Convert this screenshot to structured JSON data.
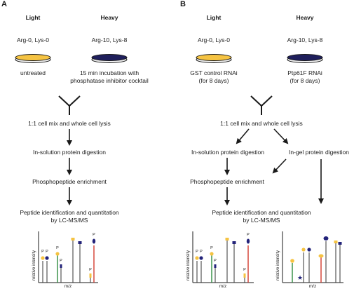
{
  "panel_a": {
    "label": "A",
    "light_title": "Light",
    "heavy_title": "Heavy",
    "light_label": "Arg-0, Lys-0",
    "heavy_label": "Arg-10, Lys-8",
    "light_treatment": "untreated",
    "heavy_treatment_line1": "15 min incubation with",
    "heavy_treatment_line2": "phosphatase inhibitor cocktail",
    "step1": "1:1 cell mix and whole cell lysis",
    "step2": "In-solution protein digestion",
    "step3": "Phosphopeptide enrichment",
    "step4_line1": "Peptide identification and quantitation",
    "step4_line2": "by LC-MS/MS"
  },
  "panel_b": {
    "label": "B",
    "light_title": "Light",
    "heavy_title": "Heavy",
    "light_label": "Arg-0, Lys-0",
    "heavy_label": "Arg-10, Lys-8",
    "light_treatment_line1": "GST control RNAi",
    "light_treatment_line2": "(for 8 days)",
    "heavy_treatment_line1": "Ptp61F RNAi",
    "heavy_treatment_line2": "(for 8 days)",
    "step1": "1:1 cell mix and whole cell lysis",
    "step2a": "In-solution protein digestion",
    "step2b": "In-gel protein digestion",
    "step3": "Phosphopeptide enrichment",
    "step4_line1": "Peptide identification and quantitation",
    "step4_line2": "by LC-MS/MS"
  },
  "spectra": {
    "ylabel": "relative intensity",
    "xlabel": "m/z",
    "phospho_label": "P"
  },
  "colors": {
    "light_dish": "#f5c342",
    "heavy_dish": "#1f1f5c",
    "light_marker": "#f5c342",
    "heavy_marker": "#23237a",
    "green_peak": "#2e8b3e",
    "red_peak": "#d23a2e"
  }
}
